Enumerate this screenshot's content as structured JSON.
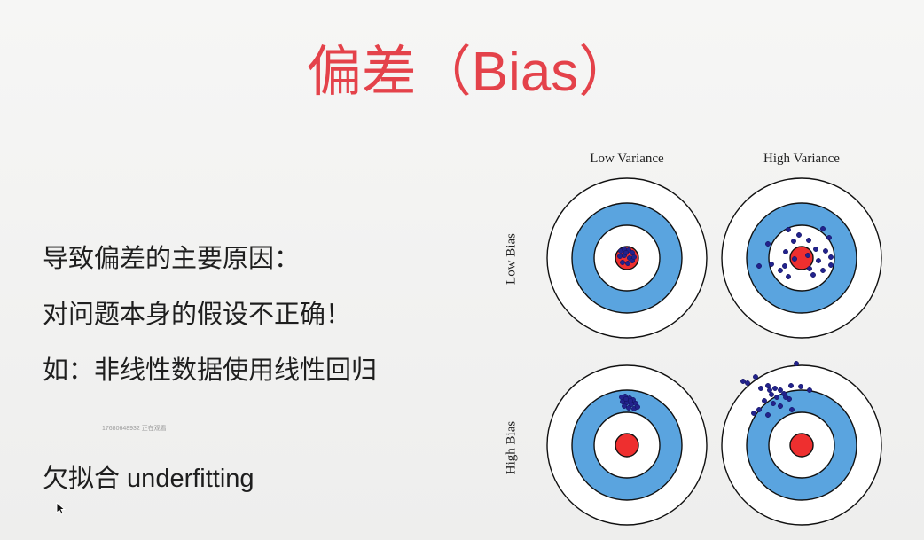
{
  "slide": {
    "title": "偏差（Bias）",
    "bullets": [
      "导致偏差的主要原因：",
      "对问题本身的假设不正确！",
      "如：非线性数据使用线性回归"
    ],
    "watermark": "17680648932 正在观看",
    "footer_text": "欠拟合 underfitting"
  },
  "diagram": {
    "column_labels": [
      "Low Variance",
      "High Variance"
    ],
    "row_labels": [
      "Low Bias",
      "High Bias"
    ]
  },
  "colors": {
    "title": "#e4424a",
    "target_face": "#ffffff",
    "ring": "#5aa4df",
    "bullseye": "#ee2f2f",
    "outline": "#111111",
    "dot": "#22228c"
  }
}
